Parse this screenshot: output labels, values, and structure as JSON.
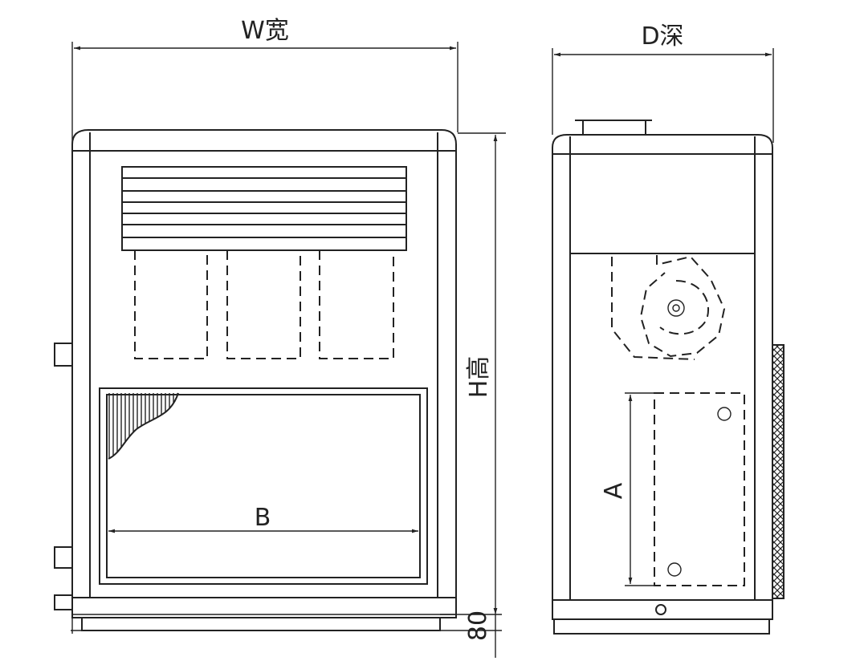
{
  "labels": {
    "width": "W宽",
    "depth": "D深",
    "height": "H高",
    "dim_b": "B",
    "dim_a": "A",
    "base_height": "80"
  }
}
